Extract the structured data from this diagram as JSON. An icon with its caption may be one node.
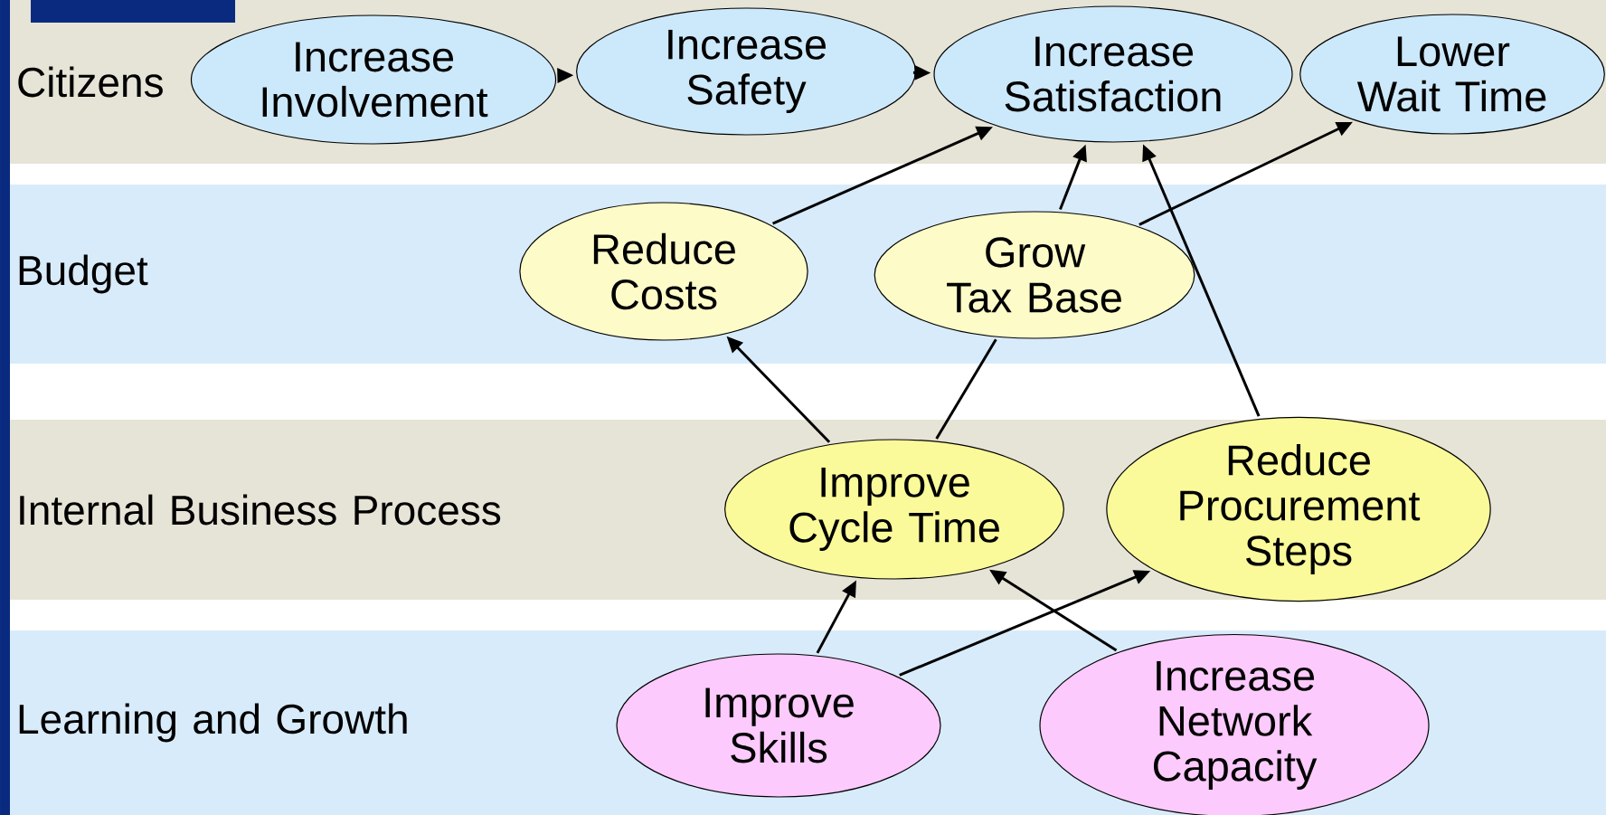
{
  "diagram": {
    "nodes": [
      {
        "text": [
          "Citizens"
        ]
      },
      {
        "text": [
          "Increase Involvement"
        ],
        "in": 0
      },
      {
        "text": [
          "Increase Safety"
        ],
        "in": 0
      },
      {
        "text": [
          "Increase Satisfaction"
        ],
        "in": 0
      },
      {
        "text": [
          "Lower Wait Time"
        ],
        "in": 0
      },
      {
        "text": [
          "Budget"
        ]
      },
      {
        "text": [
          "Reduce Costs"
        ],
        "in": 5
      },
      {
        "text": [
          "Grow Tax Base"
        ],
        "in": 5
      },
      {
        "text": [
          "Internal Business Process"
        ]
      },
      {
        "text": [
          "Improve Cycle Time"
        ],
        "in": 8
      },
      {
        "text": [
          "Reduce Procurement Steps"
        ],
        "in": 8
      },
      {
        "text": [
          "Learning and Growth"
        ]
      },
      {
        "text": [
          "Improve Skills"
        ],
        "in": 11
      },
      {
        "text": [
          "Increase Network Capacity"
        ],
        "in": 11
      }
    ],
    "edges": [
      {
        "from": 1,
        "to": 2,
        "arrow": "to"
      },
      {
        "from": 2,
        "to": 3,
        "arrow": "to"
      },
      {
        "from": 6,
        "to": 3,
        "arrow": "to"
      },
      {
        "from": 7,
        "to": 3,
        "arrow": "to"
      },
      {
        "from": 7,
        "to": 4,
        "arrow": "to"
      },
      {
        "from": 9,
        "to": 6,
        "arrow": "to"
      },
      {
        "from": 9,
        "to": 7,
        "arrow": "none"
      },
      {
        "from": 10,
        "to": 3,
        "arrow": "to"
      },
      {
        "from": 12,
        "to": 9,
        "arrow": "to"
      },
      {
        "from": 12,
        "to": 10,
        "arrow": "to"
      },
      {
        "from": 13,
        "to": 9,
        "arrow": "to"
      }
    ]
  }
}
